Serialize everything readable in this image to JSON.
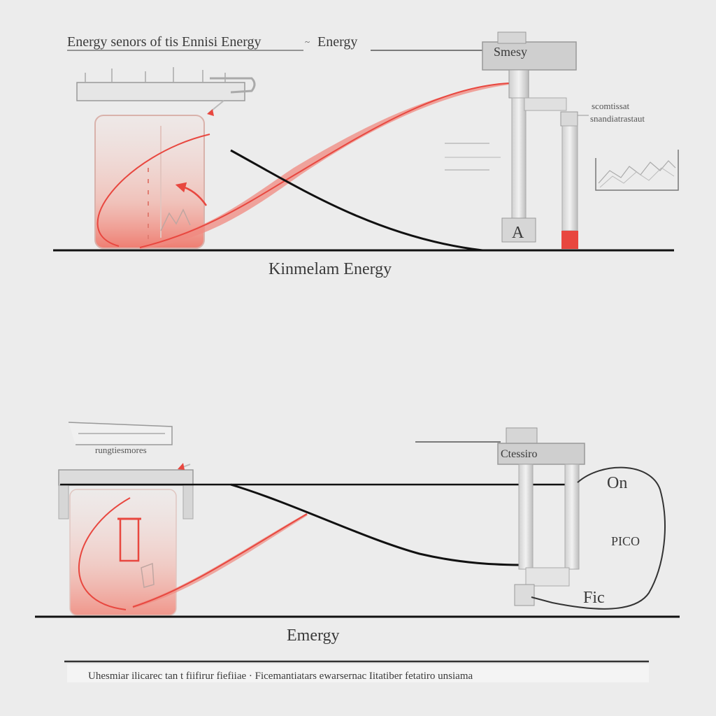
{
  "panels": {
    "top": {
      "title_left": "Energy senors of tis Ennisi Energy",
      "title_sep": "~",
      "title_right": "Energy",
      "sensor_box": "Smesy",
      "side_note_1": "scomtissat",
      "side_note_2": "snandiatrastaut",
      "gauge_letter": "A",
      "caption": "Kinmelam Energy"
    },
    "bottom": {
      "sign_text": "rungtiesmores",
      "sensor_box": "Ctessiro",
      "loop_top": "On",
      "loop_mid": "PICO",
      "loop_bottom": "Fic",
      "caption": "Emergy"
    }
  },
  "footer": {
    "text": "Uhesmiar ilicarec tan t fiifirur fiefiiae · Ficemantiatars ewarsernac Iitatiber fetatiro unsiama"
  },
  "colors": {
    "background": "#ececec",
    "accent": "#e8473f",
    "line": "#111111"
  }
}
